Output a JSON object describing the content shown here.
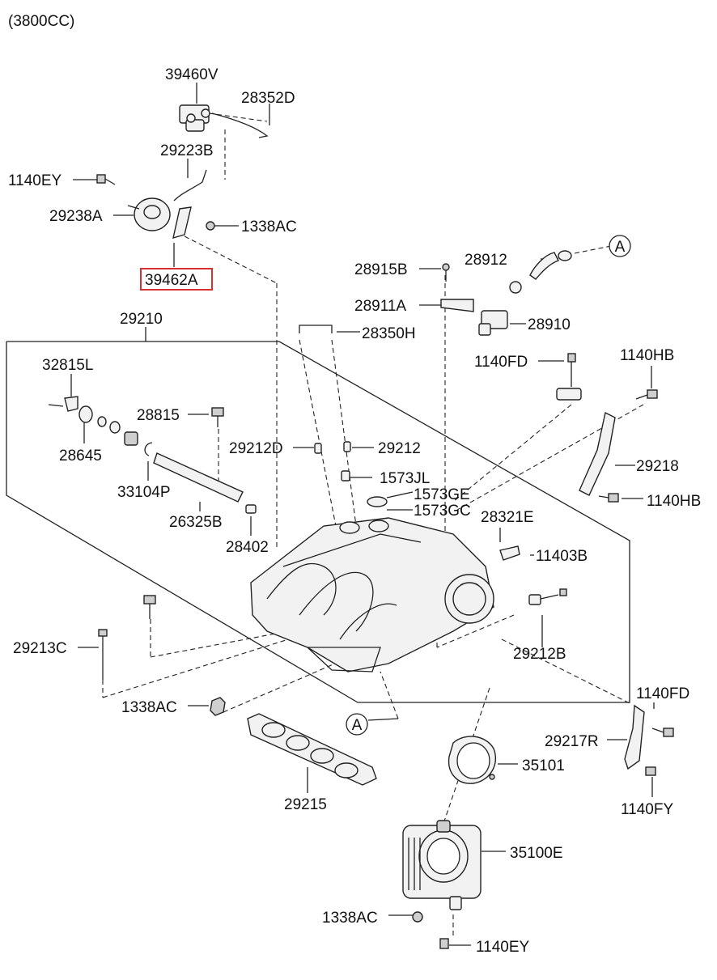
{
  "engine_label": "(3800CC)",
  "highlight_color": "#d83030",
  "callouts": {
    "c39460V": "39460V",
    "c28352D": "28352D",
    "c29223B": "29223B",
    "c1140EY_top": "1140EY",
    "c29238A": "29238A",
    "c1338AC_top": "1338AC",
    "c39462A": "39462A",
    "c29210": "29210",
    "c28915B": "28915B",
    "c28912": "28912",
    "c28911A": "28911A",
    "c28910": "28910",
    "c28350H": "28350H",
    "c1140FD_mid": "1140FD",
    "c1140HB_top": "1140HB",
    "c32815L": "32815L",
    "c28645": "28645",
    "c28815": "28815",
    "c29212D": "29212D",
    "c29212": "29212",
    "c1573JL": "1573JL",
    "c29218": "29218",
    "c33104P": "33104P",
    "c1573GE": "1573GE",
    "c1573GC": "1573GC",
    "c1140HB_bot": "1140HB",
    "c26325B": "26325B",
    "c28321E": "28321E",
    "c28402": "28402",
    "c11403B": "11403B",
    "c29213C": "29213C",
    "c29212B": "29212B",
    "c1140FD_bot": "1140FD",
    "c1338AC_mid": "1338AC",
    "c29217R": "29217R",
    "c35101": "35101",
    "c29215": "29215",
    "c1140FY": "1140FY",
    "c35100E": "35100E",
    "c1338AC_bot": "1338AC",
    "c1140EY_bot": "1140EY"
  },
  "ref_markers": {
    "marker_a_top": "A",
    "marker_a_mid": "A"
  }
}
